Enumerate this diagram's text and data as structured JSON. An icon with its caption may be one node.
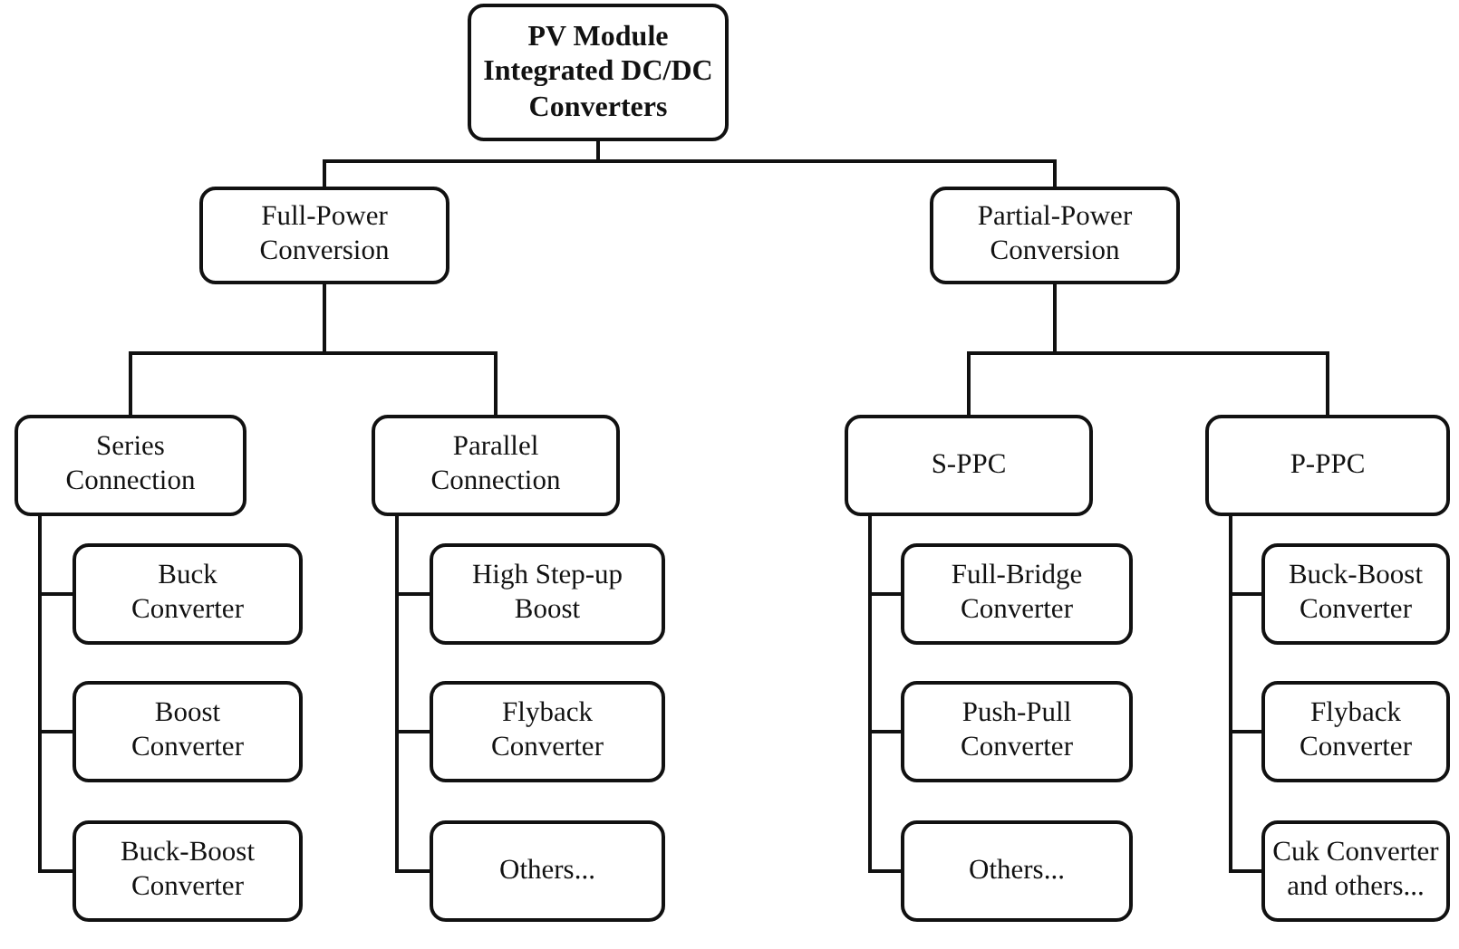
{
  "diagram": {
    "nodes": [
      {
        "text": [
          "PV Module Integrated DC/DC Converters"
        ]
      },
      {
        "text": [
          "Full-Power Conversion"
        ]
      },
      {
        "text": [
          "Partial-Power Conversion"
        ]
      },
      {
        "text": [
          "Series Connection"
        ]
      },
      {
        "text": [
          "Parallel Connection"
        ]
      },
      {
        "text": [
          "S-PPC"
        ]
      },
      {
        "text": [
          "P-PPC"
        ]
      },
      {
        "text": [
          "Buck Converter"
        ]
      },
      {
        "text": [
          "Boost Converter"
        ]
      },
      {
        "text": [
          "Buck-Boost Converter"
        ]
      },
      {
        "text": [
          "High Step-up Boost"
        ]
      },
      {
        "text": [
          "Flyback Converter"
        ]
      },
      {
        "text": [
          "Others..."
        ]
      },
      {
        "text": [
          "Full-Bridge Converter"
        ]
      },
      {
        "text": [
          "Push-Pull Converter"
        ]
      },
      {
        "text": [
          "Others..."
        ]
      },
      {
        "text": [
          "Buck-Boost Converter"
        ]
      },
      {
        "text": [
          "Flyback Converter"
        ]
      },
      {
        "text": [
          "Cuk Converter and others..."
        ]
      }
    ],
    "edges": [
      {
        "from": 0,
        "to": 1,
        "arrow": "none"
      },
      {
        "from": 0,
        "to": 2,
        "arrow": "none"
      },
      {
        "from": 1,
        "to": 3,
        "arrow": "none"
      },
      {
        "from": 1,
        "to": 4,
        "arrow": "none"
      },
      {
        "from": 2,
        "to": 5,
        "arrow": "none"
      },
      {
        "from": 2,
        "to": 6,
        "arrow": "none"
      },
      {
        "from": 3,
        "to": 7,
        "arrow": "none"
      },
      {
        "from": 3,
        "to": 8,
        "arrow": "none"
      },
      {
        "from": 3,
        "to": 9,
        "arrow": "none"
      },
      {
        "from": 4,
        "to": 10,
        "arrow": "none"
      },
      {
        "from": 4,
        "to": 11,
        "arrow": "none"
      },
      {
        "from": 4,
        "to": 12,
        "arrow": "none"
      },
      {
        "from": 5,
        "to": 13,
        "arrow": "none"
      },
      {
        "from": 5,
        "to": 14,
        "arrow": "none"
      },
      {
        "from": 5,
        "to": 15,
        "arrow": "none"
      },
      {
        "from": 6,
        "to": 16,
        "arrow": "none"
      },
      {
        "from": 6,
        "to": 17,
        "arrow": "none"
      },
      {
        "from": 6,
        "to": 18,
        "arrow": "none"
      }
    ]
  }
}
